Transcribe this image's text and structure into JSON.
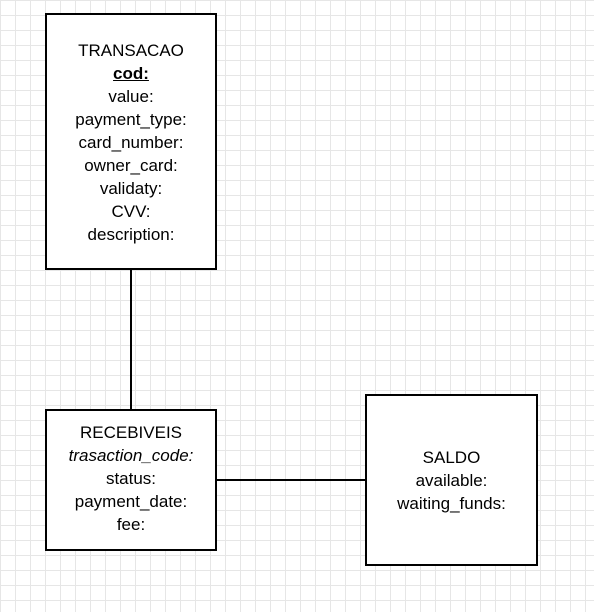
{
  "entities": {
    "transacao": {
      "title": "TRANSACAO",
      "primary_key": "cod:",
      "fields": [
        "value:",
        "payment_type:",
        "card_number:",
        "owner_card:",
        "validaty:",
        "CVV:",
        "description:"
      ]
    },
    "recebiveis": {
      "title": "RECEBIVEIS",
      "foreign_key": "trasaction_code:",
      "fields": [
        "status:",
        "payment_date:",
        "fee:"
      ]
    },
    "saldo": {
      "title": "SALDO",
      "fields": [
        "available:",
        "waiting_funds:"
      ]
    }
  },
  "connectors": [
    {
      "from": "transacao",
      "to": "recebiveis"
    },
    {
      "from": "recebiveis",
      "to": "saldo"
    }
  ],
  "colors": {
    "stroke": "#000000",
    "grid": "#e6e6e6",
    "background": "#ffffff"
  }
}
